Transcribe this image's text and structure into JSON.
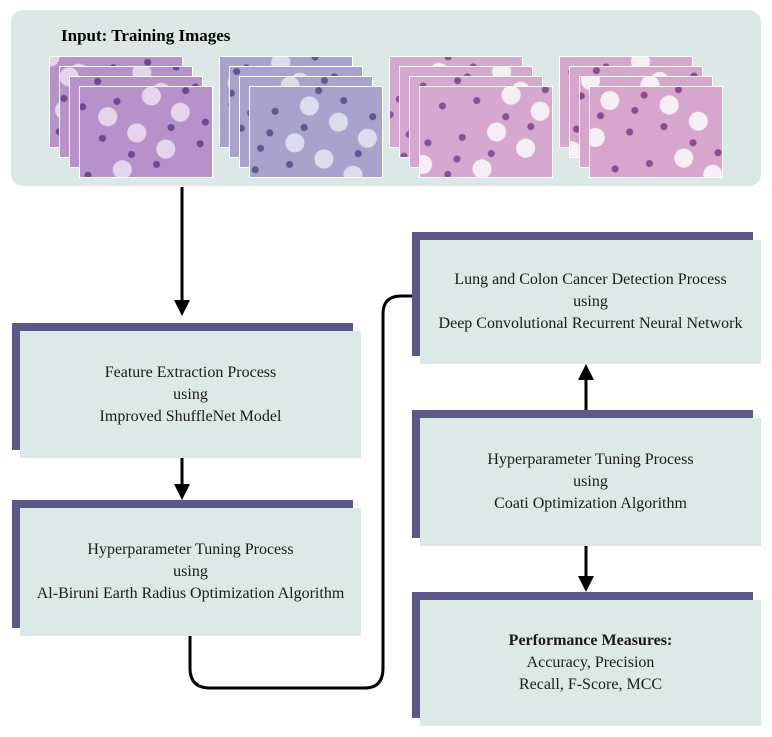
{
  "input": {
    "title": "Input: Training Images",
    "images": [
      {
        "name": "lung-tissue-stack-1",
        "base": "#b791c9",
        "dark": "#6a4a92",
        "light": "#e6d3ec"
      },
      {
        "name": "lung-tissue-stack-2",
        "base": "#a9a2cc",
        "dark": "#5c5a92",
        "light": "#dcdcef"
      },
      {
        "name": "colon-tissue-stack-1",
        "base": "#d6a8cf",
        "dark": "#8a4f96",
        "light": "#f6eef6"
      },
      {
        "name": "colon-tissue-stack-2",
        "base": "#d7a6cc",
        "dark": "#8d4a8f",
        "light": "#f7eef6"
      }
    ]
  },
  "feature": {
    "line1": "Feature Extraction Process",
    "line2": "using",
    "line3": "Improved ShuffleNet Model"
  },
  "hp_left": {
    "line1": "Hyperparameter Tuning Process",
    "line2": "using",
    "line3": "Al-Biruni Earth Radius Optimization Algorithm"
  },
  "detection": {
    "line1": "Lung and Colon Cancer Detection Process",
    "line2": "using",
    "line3": "Deep Convolutional Recurrent Neural Network"
  },
  "hp_right": {
    "line1": "Hyperparameter Tuning Process",
    "line2": "using",
    "line3": "Coati Optimization Algorithm"
  },
  "performance": {
    "title": "Performance Measures:",
    "line1": "Accuracy, Precision",
    "line2": "Recall, F-Score, MCC"
  },
  "colors": {
    "panel": "#dbe8e6",
    "box": "#dde9e6",
    "border": "#5e5888",
    "arrow": "#000000"
  }
}
